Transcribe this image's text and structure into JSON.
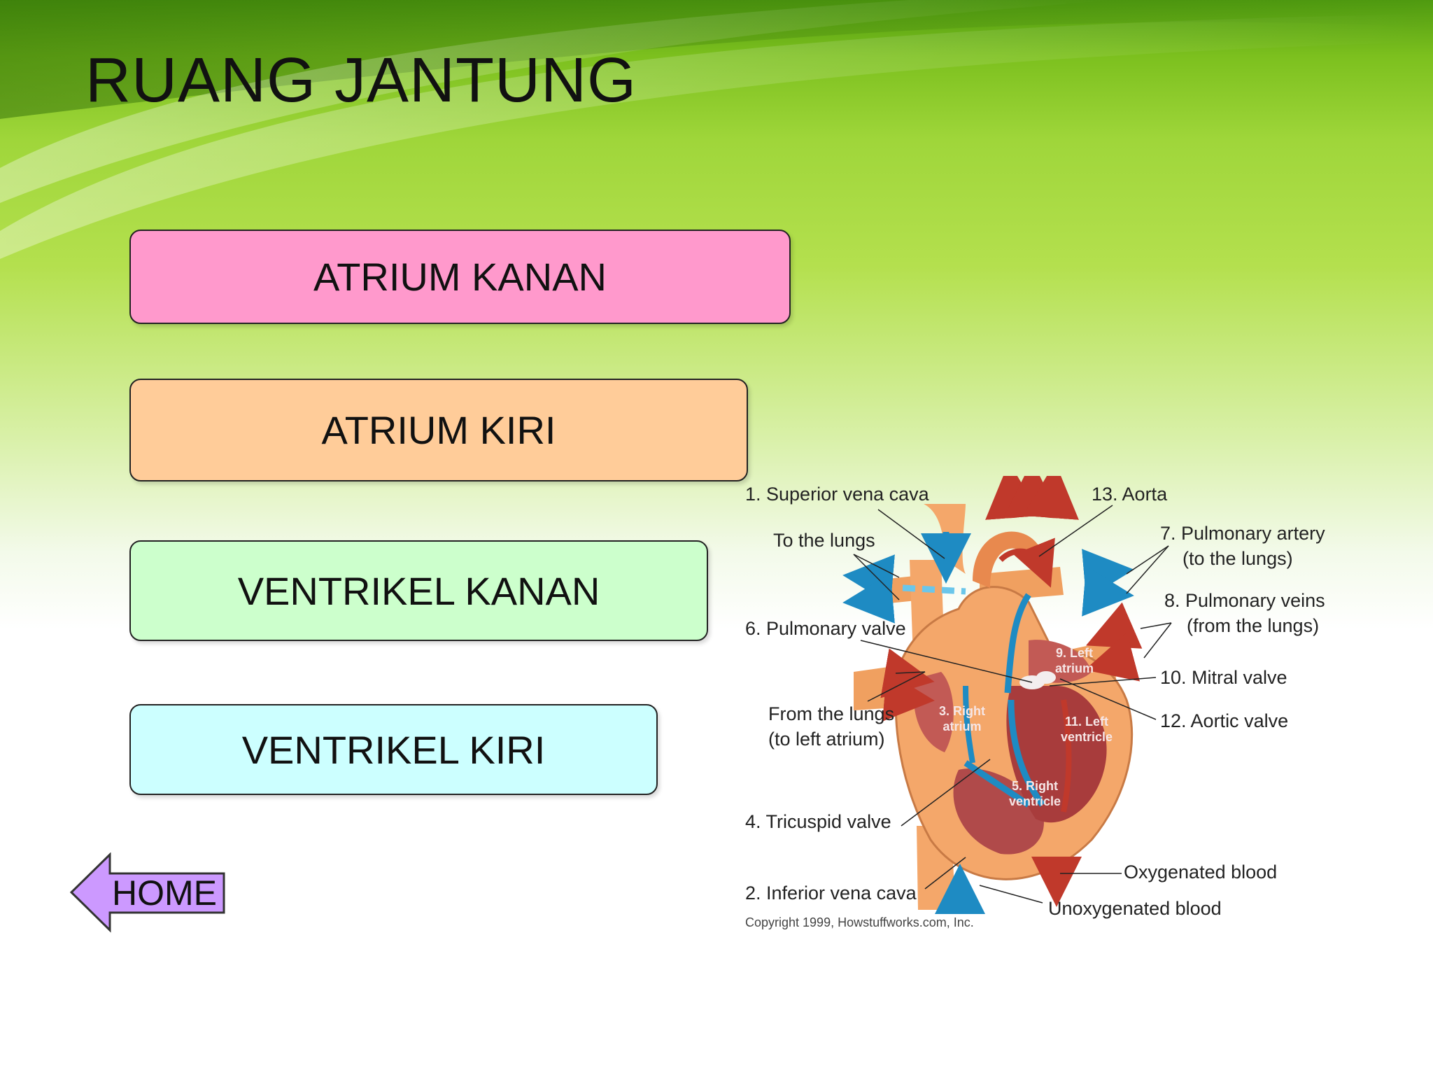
{
  "slide": {
    "title": "RUANG JANTUNG",
    "buttons": {
      "atrium_kanan": "ATRIUM KANAN",
      "atrium_kiri": "ATRIUM KIRI",
      "ventrikel_kanan": "VENTRIKEL KANAN",
      "ventrikel_kiri": "VENTRIKEL KIRI"
    },
    "home_label": "HOME"
  },
  "colors": {
    "atrium_kanan": "#ff99cc",
    "atrium_kiri": "#ffcc99",
    "ventrikel_kanan": "#ccffcc",
    "ventrikel_kiri": "#ccffff",
    "home_arrow": "#cc99ff",
    "oxygenated_arrow": "#c0392b",
    "unoxygenated_arrow": "#1e8bc3"
  },
  "diagram": {
    "labels": {
      "superior_vena_cava": "1. Superior vena cava",
      "to_the_lungs": "To the lungs",
      "pulmonary_valve": "6. Pulmonary valve",
      "from_the_lungs_1": "From the lungs",
      "from_the_lungs_2": "(to left atrium)",
      "tricuspid_valve": "4. Tricuspid valve",
      "inferior_vena_cava": "2. Inferior vena cava",
      "aorta": "13. Aorta",
      "pulmonary_artery_1": "7. Pulmonary artery",
      "pulmonary_artery_2": "(to the lungs)",
      "pulmonary_veins_1": "8. Pulmonary veins",
      "pulmonary_veins_2": "(from the lungs)",
      "mitral_valve": "10. Mitral valve",
      "aortic_valve": "12. Aortic valve",
      "oxygenated_blood": "Oxygenated blood",
      "unoxygenated_blood": "Unoxygenated blood",
      "copyright": "Copyright 1999, Howstuffworks.com, Inc."
    },
    "inner_labels": {
      "left_atrium": "9. Left\natrium",
      "right_atrium": "3. Right\natrium",
      "left_ventricle": "11. Left\nventricle",
      "right_ventricle": "5. Right\nventricle"
    }
  }
}
